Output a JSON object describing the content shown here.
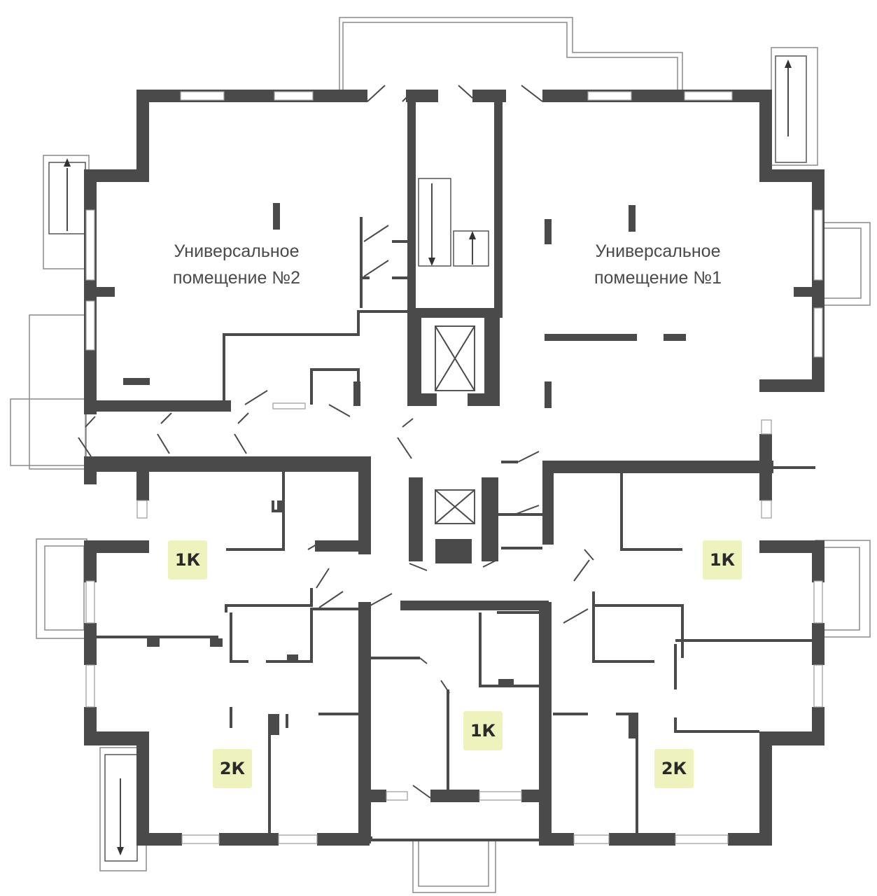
{
  "spaces": [
    {
      "id": "commercial-2",
      "label": "Универсальное\nпомещение №2"
    },
    {
      "id": "commercial-1",
      "label": "Универсальное\nпомещение №1"
    }
  ],
  "apartments": [
    {
      "id": "apt-1k-west",
      "type": "1К"
    },
    {
      "id": "apt-1k-east",
      "type": "1К"
    },
    {
      "id": "apt-1k-south",
      "type": "1К"
    },
    {
      "id": "apt-2k-west",
      "type": "2К"
    },
    {
      "id": "apt-2k-east",
      "type": "2К"
    }
  ],
  "colors": {
    "wall": "#4a4a4a",
    "badge": "#eef3be"
  }
}
